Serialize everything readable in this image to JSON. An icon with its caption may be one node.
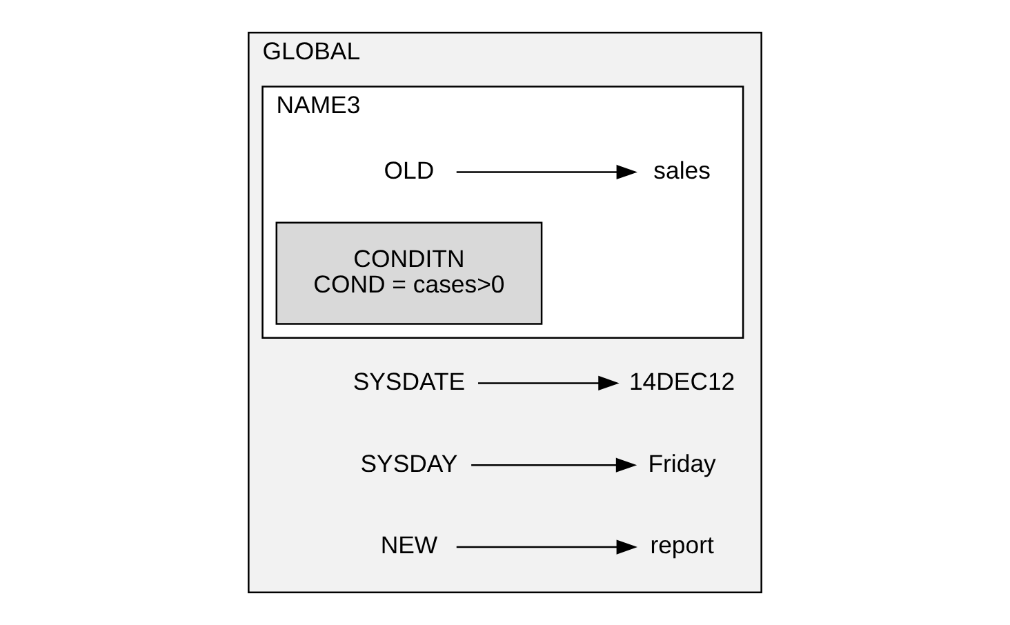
{
  "diagram": {
    "nodes": [
      {
        "text": [
          "GLOBAL"
        ]
      },
      {
        "text": [
          "SYSDATE"
        ],
        "in": 0
      },
      {
        "text": [
          "14DEC12"
        ],
        "in": 0
      },
      {
        "text": [
          "SYSDAY"
        ],
        "in": 0
      },
      {
        "text": [
          "Friday"
        ],
        "in": 0
      },
      {
        "text": [
          "NEW"
        ],
        "in": 0
      },
      {
        "text": [
          "report"
        ],
        "in": 0
      },
      {
        "text": [
          "NAME3"
        ],
        "in": 0
      },
      {
        "text": [
          "OLD"
        ],
        "in": 7
      },
      {
        "text": [
          "sales"
        ],
        "in": 7
      },
      {
        "text": [
          "CONDITN",
          "COND = cases>0"
        ],
        "in": 7
      }
    ],
    "edges": [
      {
        "from": 1,
        "to": 2,
        "arrow": "to"
      },
      {
        "from": 3,
        "to": 4,
        "arrow": "to"
      },
      {
        "from": 5,
        "to": 6,
        "arrow": "to"
      },
      {
        "from": 8,
        "to": 9,
        "arrow": "to"
      }
    ]
  }
}
